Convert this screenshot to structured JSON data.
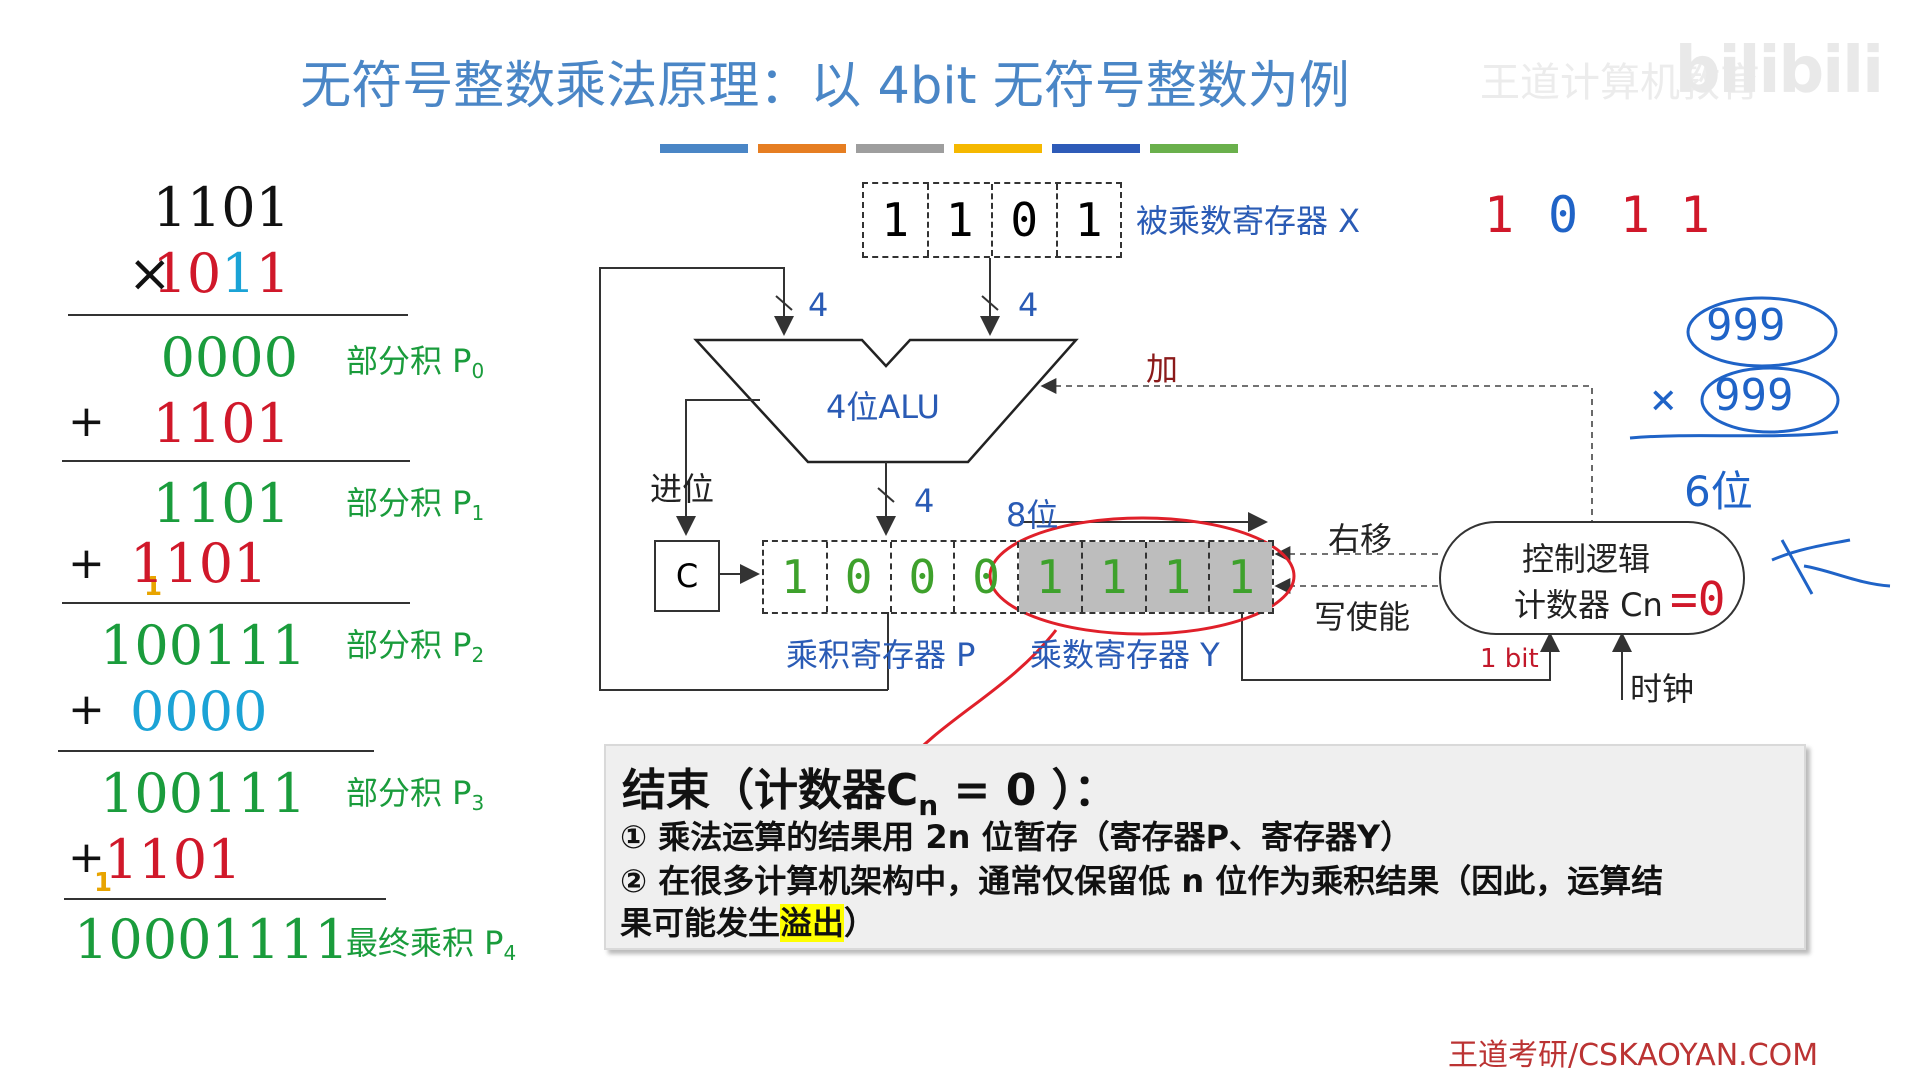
{
  "title": "无符号整数乘法原理：以 4bit 无符号整数为例",
  "watermark": {
    "logo": "bilibili",
    "faded": "王道计算机教育"
  },
  "colors": {
    "blue": "#4a86c6",
    "orange": "#e67e22",
    "gray": "#9e9e9e",
    "yellow": "#f5b800",
    "navy": "#2e5bb8",
    "green": "#6ab04c",
    "red": "#d0182a",
    "cyan": "#1ba3d6",
    "partial": "#1a9c3c"
  },
  "calc": {
    "multiplicand": "1101",
    "times_sign": "×",
    "multiplier": {
      "d1": "1",
      "d2": "0",
      "d3": "1",
      "d4": "1"
    },
    "rows": [
      {
        "value": "0000",
        "label": "部分积 P",
        "sub": "0"
      },
      {
        "plus": "+",
        "value": "1101"
      },
      {
        "value": "1101",
        "label": "部分积 P",
        "sub": "1"
      },
      {
        "plus": "+",
        "carry": "1",
        "value": "1101"
      },
      {
        "value": "100111",
        "label": "部分积 P",
        "sub": "2"
      },
      {
        "plus": "+",
        "value": "0000"
      },
      {
        "value": "100111",
        "label": "部分积 P",
        "sub": "3"
      },
      {
        "plus": "+",
        "carry": "1",
        "value": "1101"
      },
      {
        "value": "10001111",
        "label": "最终乘积 P",
        "sub": "4"
      }
    ]
  },
  "diagram": {
    "x_register": {
      "bits": [
        "1",
        "1",
        "0",
        "1"
      ],
      "label": "被乘数寄存器 X"
    },
    "handwritten_multiplier": [
      "1",
      "0",
      "1",
      "1"
    ],
    "bus_width": "4",
    "alu_label": "4位ALU",
    "add_label": "加",
    "carry_label": "进位",
    "c_label": "C",
    "eight_bit_label": "8位",
    "p_register": {
      "bits": [
        "1",
        "0",
        "0",
        "0"
      ],
      "label": "乘积寄存器 P"
    },
    "y_register": {
      "bits": [
        "1",
        "1",
        "1",
        "1"
      ],
      "label": "乘数寄存器 Y"
    },
    "shift_right_label": "右移",
    "write_enable_label": "写使能",
    "control": {
      "line1": "控制逻辑",
      "line2": "计数器 Cn",
      "handwritten": "=0"
    },
    "one_bit_label": "1 bit",
    "clock_label": "时钟",
    "scribble": {
      "top": "999",
      "bottom": "999",
      "times": "×",
      "result": "6位"
    }
  },
  "note": {
    "title_pre": "结束（计数器C",
    "title_sub": "n",
    "title_post": " = 0 ）：",
    "line1": "① 乘法运算的结果用 2n 位暂存（寄存器P、寄存器Y）",
    "line2": "② 在很多计算机架构中，通常仅保留低 n 位作为乘积结果（因此，运算结",
    "line3_pre": "果可能发生",
    "line3_hl": "溢出",
    "line3_post": "）"
  },
  "footer": "王道考研/CSKAOYAN.COM"
}
